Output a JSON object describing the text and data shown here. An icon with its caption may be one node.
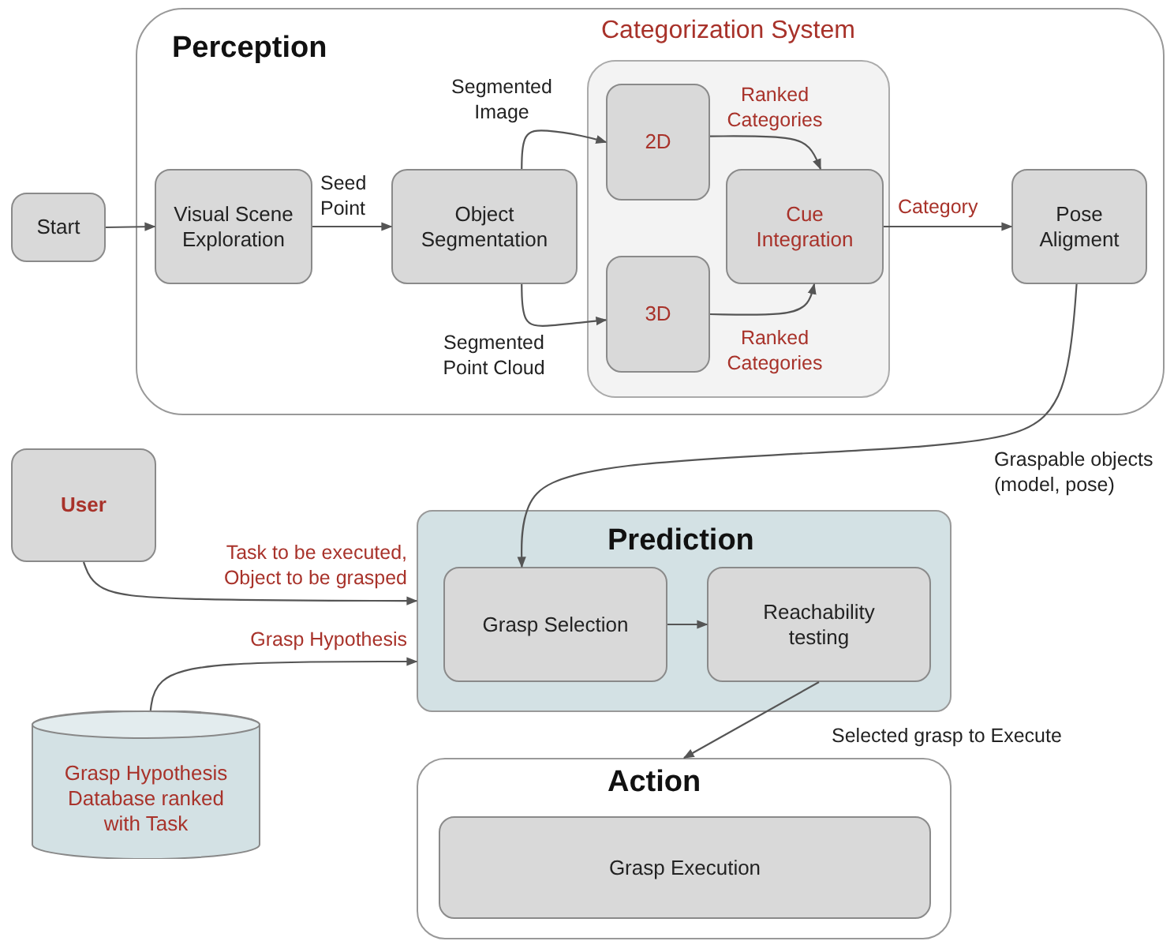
{
  "diagram": {
    "nodes": [
      {
        "text": [
          "Perception"
        ]
      },
      {
        "text": [
          "Start"
        ]
      },
      {
        "text": [
          "Visual Scene Exploration"
        ],
        "in": 0
      },
      {
        "text": [
          "Object Segmentation"
        ],
        "in": 0
      },
      {
        "text": [
          "Categorization System"
        ],
        "in": 0
      },
      {
        "text": [
          "2D"
        ],
        "in": 4
      },
      {
        "text": [
          "Cue Integration"
        ],
        "in": 4
      },
      {
        "text": [
          "3D"
        ],
        "in": 4
      },
      {
        "text": [
          "Pose Aligment"
        ],
        "in": 0
      },
      {
        "text": [
          "User"
        ]
      },
      {
        "text": [
          "Prediction"
        ]
      },
      {
        "text": [
          "Grasp Selection"
        ],
        "in": 10
      },
      {
        "text": [
          "Reachability testing"
        ],
        "in": 10
      },
      {
        "text": [
          "Grasp Hypothesis Database ranked with Task"
        ]
      },
      {
        "text": [
          "Action"
        ]
      },
      {
        "text": [
          "Grasp Execution"
        ],
        "in": 14
      }
    ],
    "edges": [
      {
        "from": 1,
        "to": 2,
        "arrow": "to"
      },
      {
        "from": 2,
        "to": 3,
        "arrow": "to",
        "label": "Seed Point"
      },
      {
        "from": 3,
        "to": 5,
        "arrow": "to",
        "label": "Segmented Image"
      },
      {
        "from": 3,
        "to": 7,
        "arrow": "to",
        "label": "Segmented Point Cloud"
      },
      {
        "from": 5,
        "to": 6,
        "arrow": "to",
        "label": "Ranked Categories"
      },
      {
        "from": 7,
        "to": 6,
        "arrow": "to",
        "label": "Ranked Categories"
      },
      {
        "from": 6,
        "to": 8,
        "arrow": "to",
        "label": "Category"
      },
      {
        "from": 8,
        "to": 11,
        "arrow": "to",
        "label": "Graspable objects (model, pose)"
      },
      {
        "from": 9,
        "to": 10,
        "arrow": "to",
        "label": "Task to be executed, Object to be grasped"
      },
      {
        "from": 13,
        "to": 10,
        "arrow": "to",
        "label": "Grasp Hypothesis"
      },
      {
        "from": 11,
        "to": 12,
        "arrow": "to"
      },
      {
        "from": 12,
        "to": 14,
        "arrow": "to",
        "label": "Selected grasp to Execute"
      }
    ]
  }
}
